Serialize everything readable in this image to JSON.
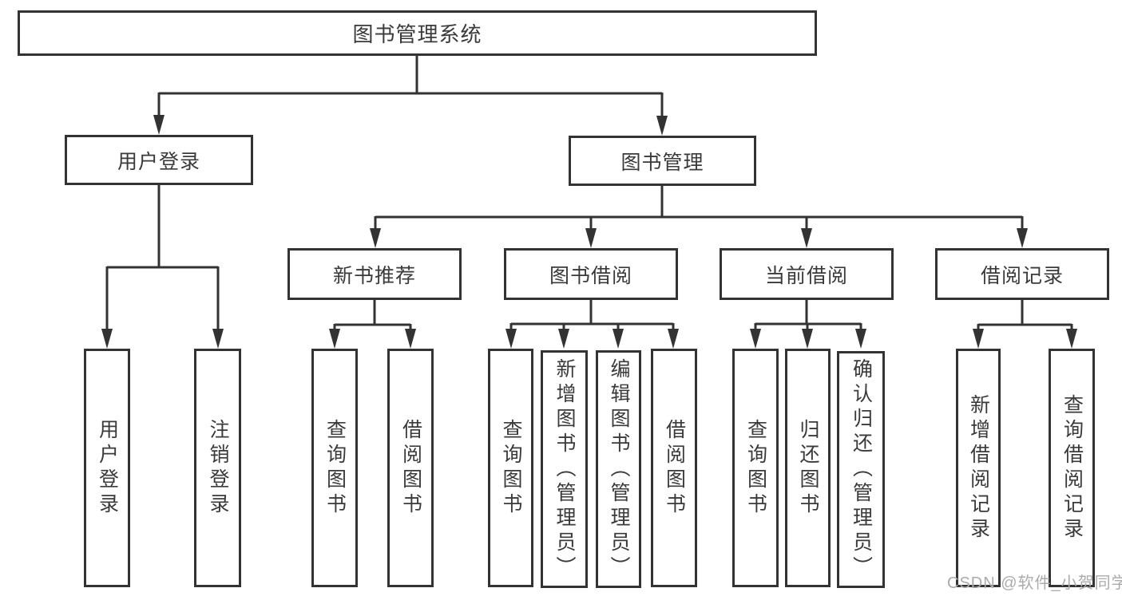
{
  "diagram_title": "图书管理系统",
  "nodes": {
    "root": "图书管理系统",
    "level2": [
      "用户登录",
      "图书管理"
    ],
    "level3": [
      "新书推荐",
      "图书借阅",
      "当前借阅",
      "借阅记录"
    ],
    "leaves_user_login": [
      "用户登录",
      "注销登录"
    ],
    "leaves_new_book": [
      "查询图书",
      "借阅图书"
    ],
    "leaves_book_borrow": [
      "查询图书",
      "新增图书（管理员）",
      "编辑图书（管理员）",
      "借阅图书"
    ],
    "leaves_current_borrow": [
      "查询图书",
      "归还图书",
      "确认归还（管理员）"
    ],
    "leaves_borrow_records": [
      "新增借阅记录",
      "查询借阅记录"
    ]
  },
  "watermark": "CSDN @软件_小贺同学",
  "colors": {
    "line": "#333333",
    "text": "#3a3a3a",
    "watermark": "#ababab",
    "background": "#ffffff"
  }
}
